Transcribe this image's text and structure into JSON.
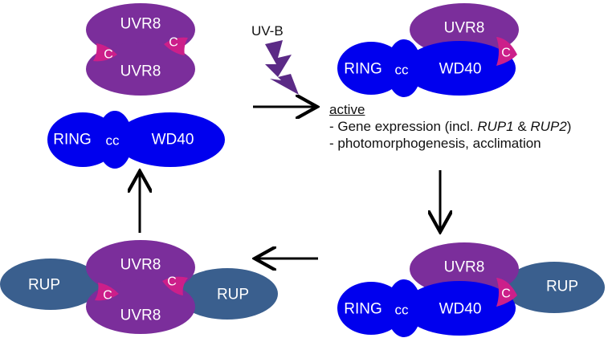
{
  "labels": {
    "uvr8": "UVR8",
    "ring": "RING",
    "cc": "cc",
    "wd40": "WD40",
    "rup": "RUP",
    "c": "C",
    "uvb": "UV-B"
  },
  "info": {
    "heading": "active",
    "line1_prefix": "- Gene expression (incl. ",
    "line1_rup1": "RUP1",
    "line1_amp": " & ",
    "line1_rup2": "RUP2",
    "line1_suffix": ")",
    "line2": "- photomorphogenesis, acclimation"
  },
  "colors": {
    "uvr8": "#7b2e9b",
    "cop1": "#0000ee",
    "rup": "#3a5f8e",
    "c_terminus": "#cc1f8a",
    "lightning": "#5b2a86",
    "arrow": "#000000"
  }
}
